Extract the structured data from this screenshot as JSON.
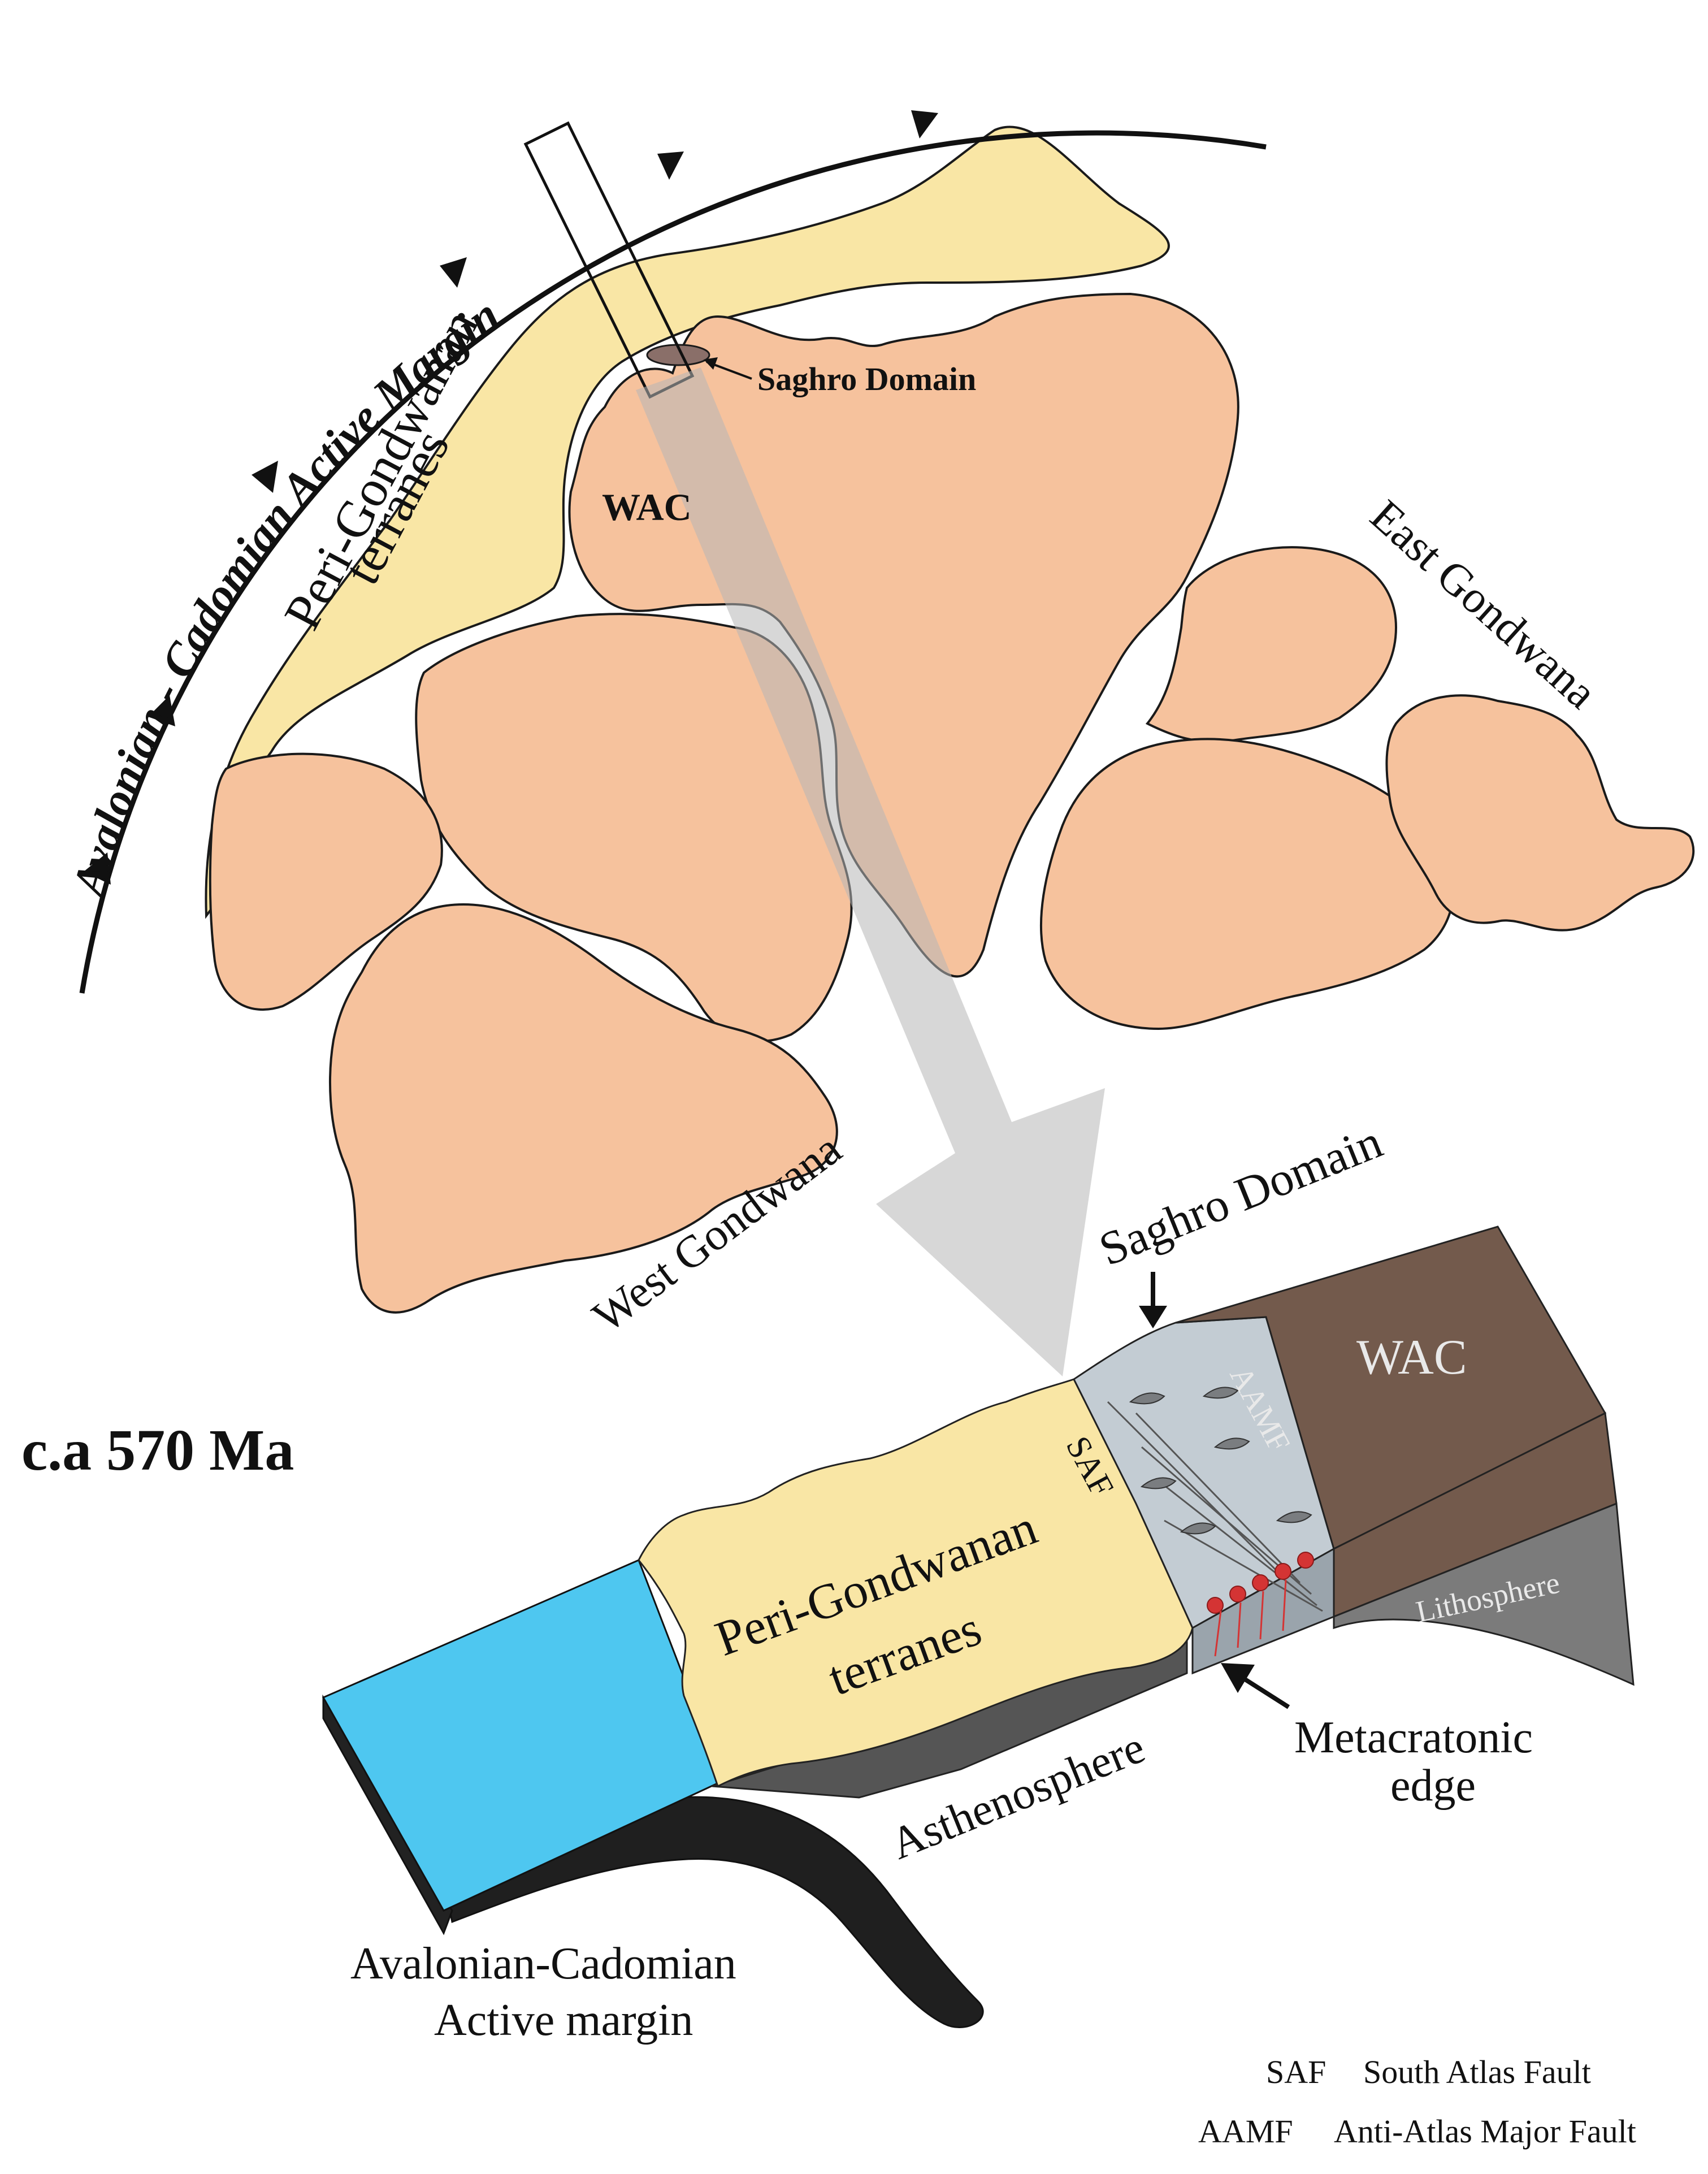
{
  "map": {
    "margin_title": "Avalonian - Cadomian Active Margin",
    "peri_gondwanan": "Peri-Gondwanan terranes",
    "saghro_domain": "Saghro Domain",
    "wac": "WAC",
    "east_gondwana": "East Gondwana",
    "west_gondwana": "West Gondwana"
  },
  "age_label": "c.a 570 Ma",
  "block": {
    "saghro_domain": "Saghro Domain",
    "wac": "WAC",
    "aamf": "AAMF",
    "saf": "SAF",
    "peri_line1": "Peri-Gondwanan",
    "peri_line2": "terranes",
    "lithosphere": "Lithosphere",
    "metacratonic_line1": "Metacratonic",
    "metacratonic_line2": "edge",
    "asthenosphere": "Asthenosphere",
    "margin_line1": "Avalonian-Cadomian",
    "margin_line2": "Active margin"
  },
  "legend": [
    {
      "abbr": "SAF",
      "meaning": "South Atlas Fault"
    },
    {
      "abbr": "AAMF",
      "meaning": "Anti-Atlas Major Fault"
    }
  ],
  "colors": {
    "craton": "#f6c29d",
    "terrane": "#f9e6a5",
    "ocean": "#4ec7f0",
    "wac_block": "#735a4c",
    "lithosphere": "#7b7b7b",
    "saghro_block": "#c3ccd3",
    "arrow": "#b7b7b7",
    "melt": "#d43434"
  }
}
